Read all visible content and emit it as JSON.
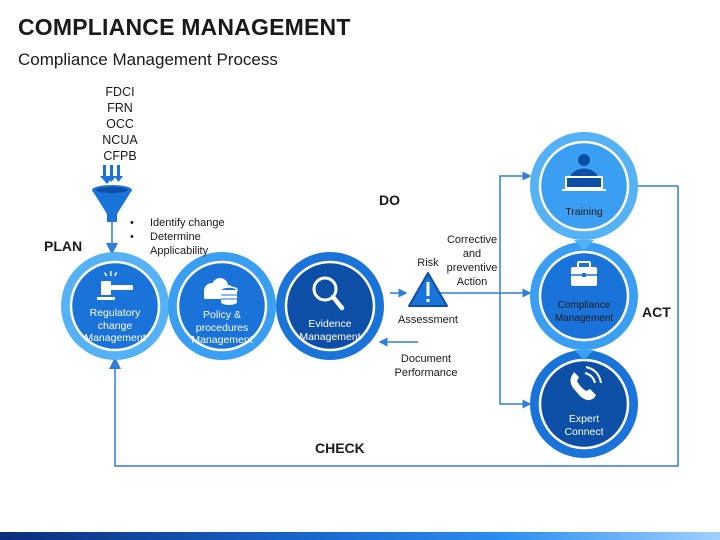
{
  "title": "COMPLIANCE MANAGEMENT",
  "subtitle": "Compliance Management Process",
  "sources": [
    "FDCI",
    "FRN",
    "OCC",
    "NCUA",
    "CFPB"
  ],
  "bullets": [
    "Identify change",
    "Determine Applicability"
  ],
  "phases": {
    "plan": "PLAN",
    "do": "DO",
    "check": "CHECK",
    "act": "ACT"
  },
  "steps": {
    "regulatory": "Regulatory change Management",
    "policy": "Policy & procedures Management",
    "evidence": "Evidence Management",
    "training": "Training",
    "compliance": "Compliance Management",
    "expert": "Expert Connect"
  },
  "risk": {
    "top": "Risk",
    "bottom": "Assessment"
  },
  "corrective": "Corrective and preventive Action",
  "document": "Document Performance",
  "colors": {
    "dark": "#0d4ea6",
    "mid": "#1a73d9",
    "light": "#3a9ef2",
    "pale": "#55b2f5",
    "arrow": "#2f7fd6"
  }
}
